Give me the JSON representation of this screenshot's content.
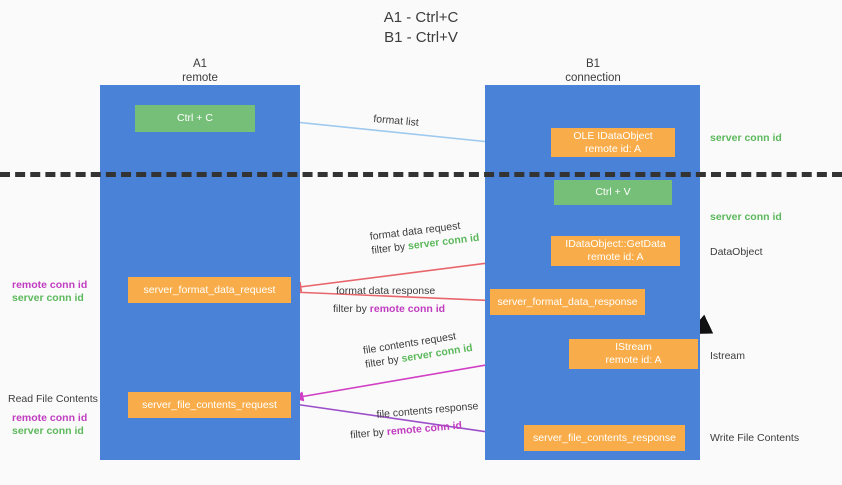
{
  "title": {
    "line1": "A1 - Ctrl+C",
    "line2": "B1 - Ctrl+V"
  },
  "colors": {
    "lane": "#4a82d8",
    "green_node": "#76bf79",
    "orange_node": "#f9ad4a",
    "green_text": "#5cb85c",
    "purple_text": "#c03cc0",
    "background": "#fafafa",
    "arrow_blue": "#9ec9ee",
    "arrow_red": "#e8666b",
    "arrow_magenta": "#d13fc4",
    "arrow_purple": "#9b4fc8",
    "arrow_black": "#111111",
    "separator": "#333333"
  },
  "columns": [
    {
      "name": "A1",
      "sub": "remote"
    },
    {
      "name": "B1",
      "sub": "connection"
    }
  ],
  "nodes": {
    "ctrl_c": {
      "line1": "Ctrl + C",
      "line2": ""
    },
    "ole_dataobject": {
      "line1": "OLE IDataObject",
      "line2": "remote id: A"
    },
    "ctrl_v": {
      "line1": "Ctrl + V",
      "line2": ""
    },
    "getdata": {
      "line1": "IDataObject::GetData",
      "line2": "remote id: A"
    },
    "server_format_data_request": {
      "line1": "server_format_data_request",
      "line2": ""
    },
    "server_format_data_response": {
      "line1": "server_format_data_response",
      "line2": ""
    },
    "istream": {
      "line1": "IStream",
      "line2": "remote id: A"
    },
    "server_file_contents_request": {
      "line1": "server_file_contents_request",
      "line2": ""
    },
    "server_file_contents_response": {
      "line1": "server_file_contents_response",
      "line2": ""
    }
  },
  "edges": {
    "format_list": {
      "caption": "format list"
    },
    "format_data_request": {
      "caption": "format data request",
      "filter_prefix": "filter by ",
      "filter_key": "server conn id"
    },
    "format_data_response": {
      "caption": "format data response",
      "filter_prefix": "filter by ",
      "filter_key": "remote conn id"
    },
    "file_contents_request": {
      "caption": "file contents request",
      "filter_prefix": "filter by ",
      "filter_key": "server conn id"
    },
    "file_contents_response": {
      "caption": "file contents response",
      "filter_prefix": "filter by ",
      "filter_key": "remote conn id"
    }
  },
  "annotations": {
    "right_server_conn_id_top": "server conn id",
    "right_server_conn_id_mid": "server conn id",
    "right_dataobject": "DataObject",
    "right_istream": "Istream",
    "right_write_file_contents": "Write File Contents",
    "left_remote_conn_id_1": "remote conn id",
    "left_server_conn_id_1": "server conn id",
    "left_read_file_contents": "Read File Contents",
    "left_remote_conn_id_2": "remote conn id",
    "left_server_conn_id_2": "server conn id"
  }
}
